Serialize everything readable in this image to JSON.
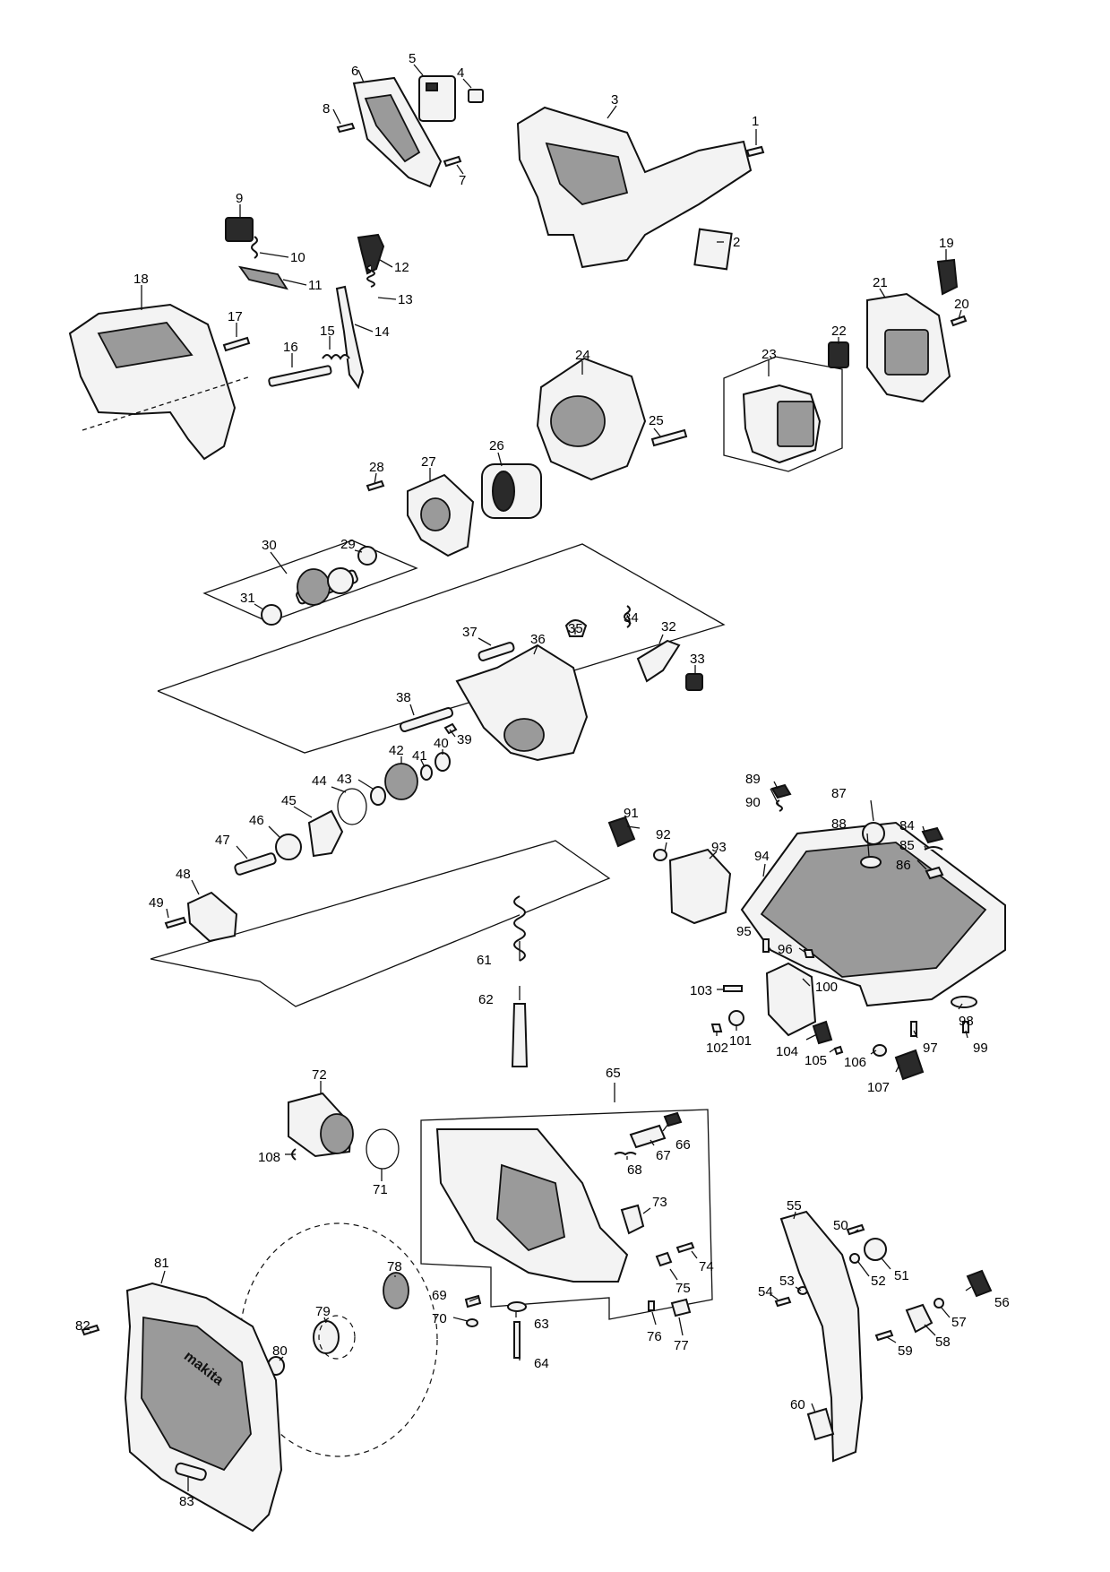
{
  "diagram": {
    "type": "exploded-parts-view",
    "callouts": [
      "1",
      "2",
      "3",
      "4",
      "5",
      "6",
      "7",
      "8",
      "9",
      "10",
      "11",
      "12",
      "13",
      "14",
      "15",
      "16",
      "17",
      "18",
      "19",
      "20",
      "21",
      "22",
      "23",
      "24",
      "25",
      "26",
      "27",
      "28",
      "29",
      "30",
      "31",
      "32",
      "33",
      "34",
      "35",
      "36",
      "37",
      "38",
      "39",
      "40",
      "41",
      "42",
      "43",
      "44",
      "45",
      "46",
      "47",
      "48",
      "49",
      "50",
      "51",
      "52",
      "53",
      "54",
      "55",
      "56",
      "57",
      "58",
      "59",
      "60",
      "61",
      "62",
      "63",
      "64",
      "65",
      "66",
      "67",
      "68",
      "69",
      "70",
      "71",
      "72",
      "73",
      "74",
      "75",
      "76",
      "77",
      "78",
      "79",
      "80",
      "81",
      "82",
      "83",
      "84",
      "85",
      "86",
      "87",
      "88",
      "89",
      "90",
      "91",
      "92",
      "93",
      "94",
      "95",
      "96",
      "97",
      "98",
      "99",
      "100",
      "101",
      "102",
      "103",
      "104",
      "105",
      "106",
      "107",
      "108"
    ],
    "brand_mark": "makita"
  }
}
